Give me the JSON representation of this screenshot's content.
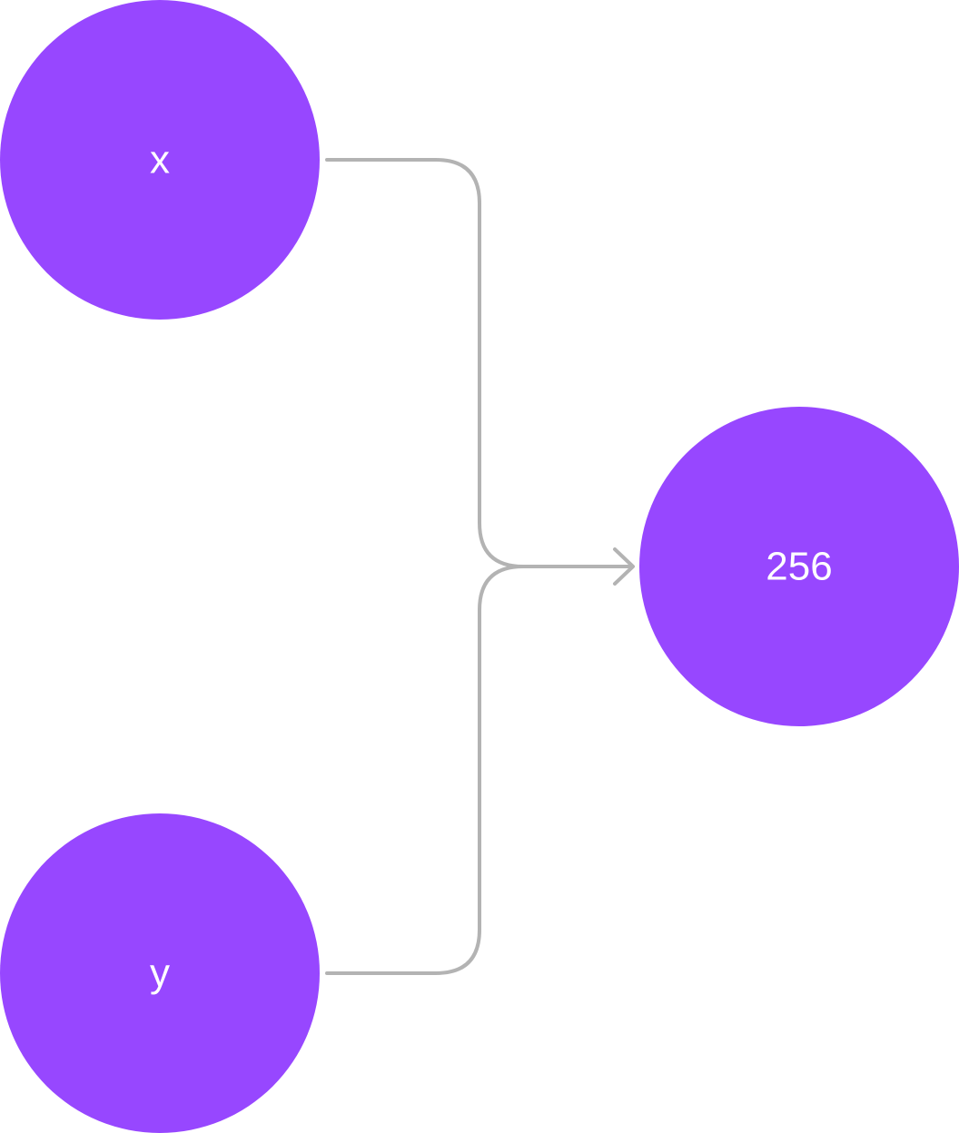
{
  "nodes": {
    "x": {
      "label": "x"
    },
    "y": {
      "label": "y"
    },
    "output": {
      "label": "256"
    }
  },
  "edges": [
    {
      "from": "x",
      "to": "output"
    },
    {
      "from": "y",
      "to": "output"
    }
  ],
  "colors": {
    "node_fill": "#9747ff",
    "node_text": "#ffffff",
    "edge_stroke": "#b3b3b3",
    "background": "#ffffff"
  },
  "icons": {
    "edge_arrowhead": "arrow-head-icon"
  }
}
